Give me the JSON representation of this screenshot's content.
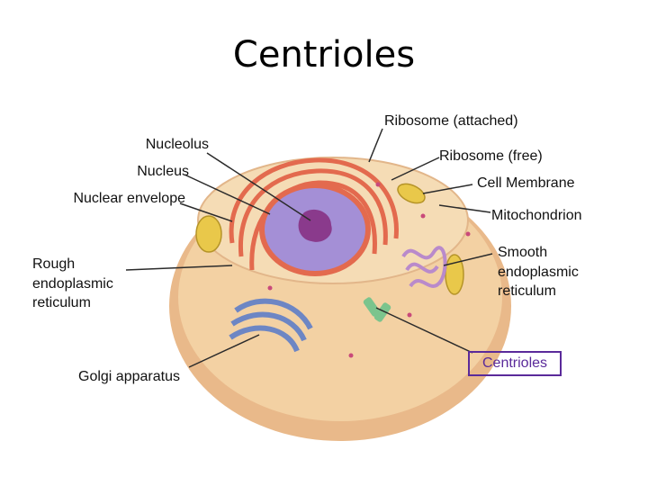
{
  "title": "Centrioles",
  "labels": {
    "ribosome_attached": "Ribosome (attached)",
    "nucleolus": "Nucleolus",
    "ribosome_free": "Ribosome (free)",
    "nucleus": "Nucleus",
    "cell_membrane": "Cell Membrane",
    "nuclear_envelope": "Nuclear envelope",
    "mitochondrion": "Mitochondrion",
    "rough_er": [
      "Rough",
      "endoplasmic",
      "reticulum"
    ],
    "smooth_er": [
      "Smooth",
      "endoplasmic",
      "reticulum"
    ],
    "golgi": "Golgi apparatus",
    "centrioles": "Centrioles"
  },
  "colors": {
    "highlight": "#5a2a9a",
    "cytoplasm": "#f2cfa0",
    "membrane": "#e7b987",
    "nucleus": "#a48fd6",
    "nucleolus": "#8a3a8c",
    "envelope": "#e36a4e",
    "golgi": "#6d86c4",
    "mitochondria": "#e9c84a",
    "smooth_er": "#b98acb"
  }
}
